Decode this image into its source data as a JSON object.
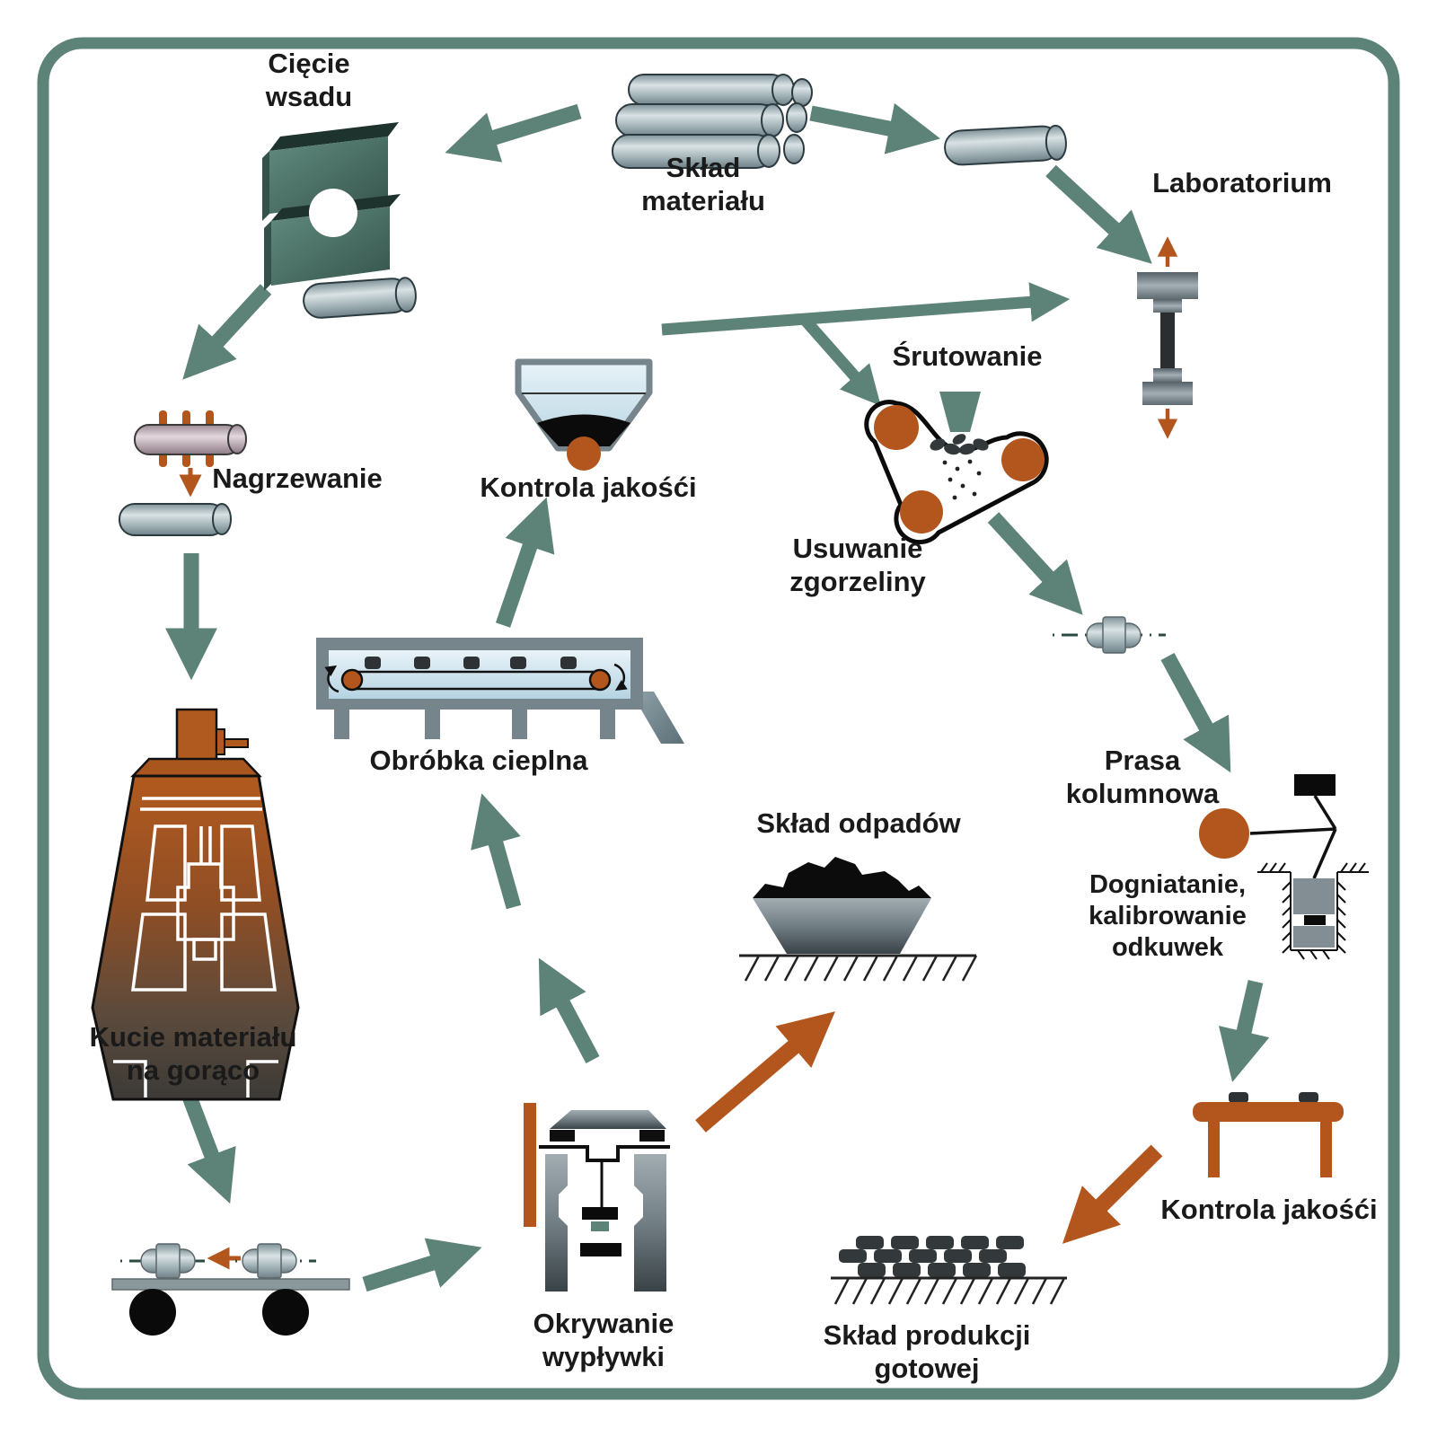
{
  "labels": {
    "ciecie_wsadu": {
      "lines": [
        "Cięcie",
        "wsadu"
      ]
    },
    "sklad_materialu": {
      "lines": [
        "Skład",
        "materiału"
      ]
    },
    "laboratorium": {
      "lines": [
        "Laboratorium"
      ]
    },
    "nagrzewanie": {
      "lines": [
        "Nagrzewanie"
      ]
    },
    "kontrola_jakosci_gorna": {
      "lines": [
        "Kontrola jakośći"
      ]
    },
    "srutowanie": {
      "lines": [
        "Śrutowanie"
      ]
    },
    "usuwanie_zgorzeliny": {
      "lines": [
        "Usuwanie",
        "zgorzeliny"
      ]
    },
    "obrobka_cieplna": {
      "lines": [
        "Obróbka cieplna"
      ]
    },
    "kucie": {
      "lines": [
        "Kucie materiału",
        "na gorąco"
      ]
    },
    "sklad_odpadow": {
      "lines": [
        "Skład odpadów"
      ]
    },
    "prasa_kolumnowa": {
      "lines": [
        "Prasa",
        "kolumnowa"
      ]
    },
    "dogniatanie": {
      "lines": [
        "Dogniatanie,",
        "kalibrowanie",
        "odkuwek"
      ]
    },
    "okrywanie_wyplywki": {
      "lines": [
        "Okrywanie",
        "wypływki"
      ]
    },
    "kontrola_jakosci_dolna": {
      "lines": [
        "Kontrola jakośći"
      ]
    },
    "sklad_produkcji": {
      "lines": [
        "Skład produkcji",
        "gotowej"
      ]
    }
  },
  "colors": {
    "arrow_green": "#5d8278",
    "accent_orange": "#b3561d",
    "border_green": "#5d8278",
    "text": "#1a1a1a"
  },
  "icon_names": [
    "material-stack-icon",
    "cutting-die-icon",
    "billet-icon",
    "tensile-specimen-icon",
    "heating-icon",
    "forging-press-icon",
    "transport-cart-icon",
    "trimming-press-icon",
    "waste-container-icon",
    "heat-treatment-furnace-icon",
    "quality-control-hopper-icon",
    "shot-blasting-icon",
    "forged-part-icon",
    "sizing-press-icon",
    "inspection-table-icon",
    "finished-products-icon"
  ],
  "flow": [
    {
      "from": "sklad_materialu",
      "to": "ciecie_wsadu",
      "color": "green"
    },
    {
      "from": "sklad_materialu",
      "to": "laboratorium",
      "color": "green"
    },
    {
      "from": "ciecie_wsadu",
      "to": "nagrzewanie",
      "color": "green"
    },
    {
      "from": "nagrzewanie",
      "to": "kucie",
      "color": "green"
    },
    {
      "from": "kucie",
      "to": "okrywanie_wyplywki",
      "color": "green"
    },
    {
      "from": "okrywanie_wyplywki",
      "to": "obrobka_cieplna",
      "color": "green"
    },
    {
      "from": "okrywanie_wyplywki",
      "to": "sklad_odpadow",
      "color": "orange"
    },
    {
      "from": "obrobka_cieplna",
      "to": "kontrola_jakosci_gorna",
      "color": "green"
    },
    {
      "from": "kontrola_jakosci_gorna",
      "to": "laboratorium",
      "color": "green"
    },
    {
      "from": "kontrola_jakosci_gorna",
      "to": "usuwanie_zgorzeliny",
      "color": "green"
    },
    {
      "from": "usuwanie_zgorzeliny",
      "to": "prasa_kolumnowa",
      "color": "green"
    },
    {
      "from": "prasa_kolumnowa",
      "to": "kontrola_jakosci_dolna",
      "color": "green"
    },
    {
      "from": "kontrola_jakosci_dolna",
      "to": "sklad_produkcji",
      "color": "orange"
    }
  ]
}
